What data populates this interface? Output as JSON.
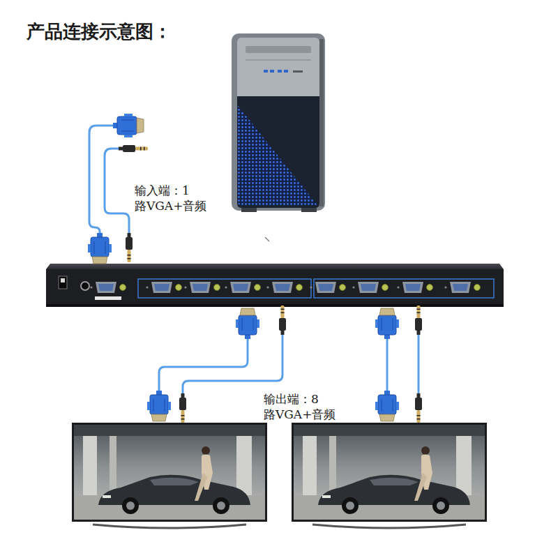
{
  "diagram": {
    "title": "产品连接示意图：",
    "labels": [
      "输入端：1 路VGA+音频",
      "输出端：8 路VGA+音频"
    ]
  }
}
